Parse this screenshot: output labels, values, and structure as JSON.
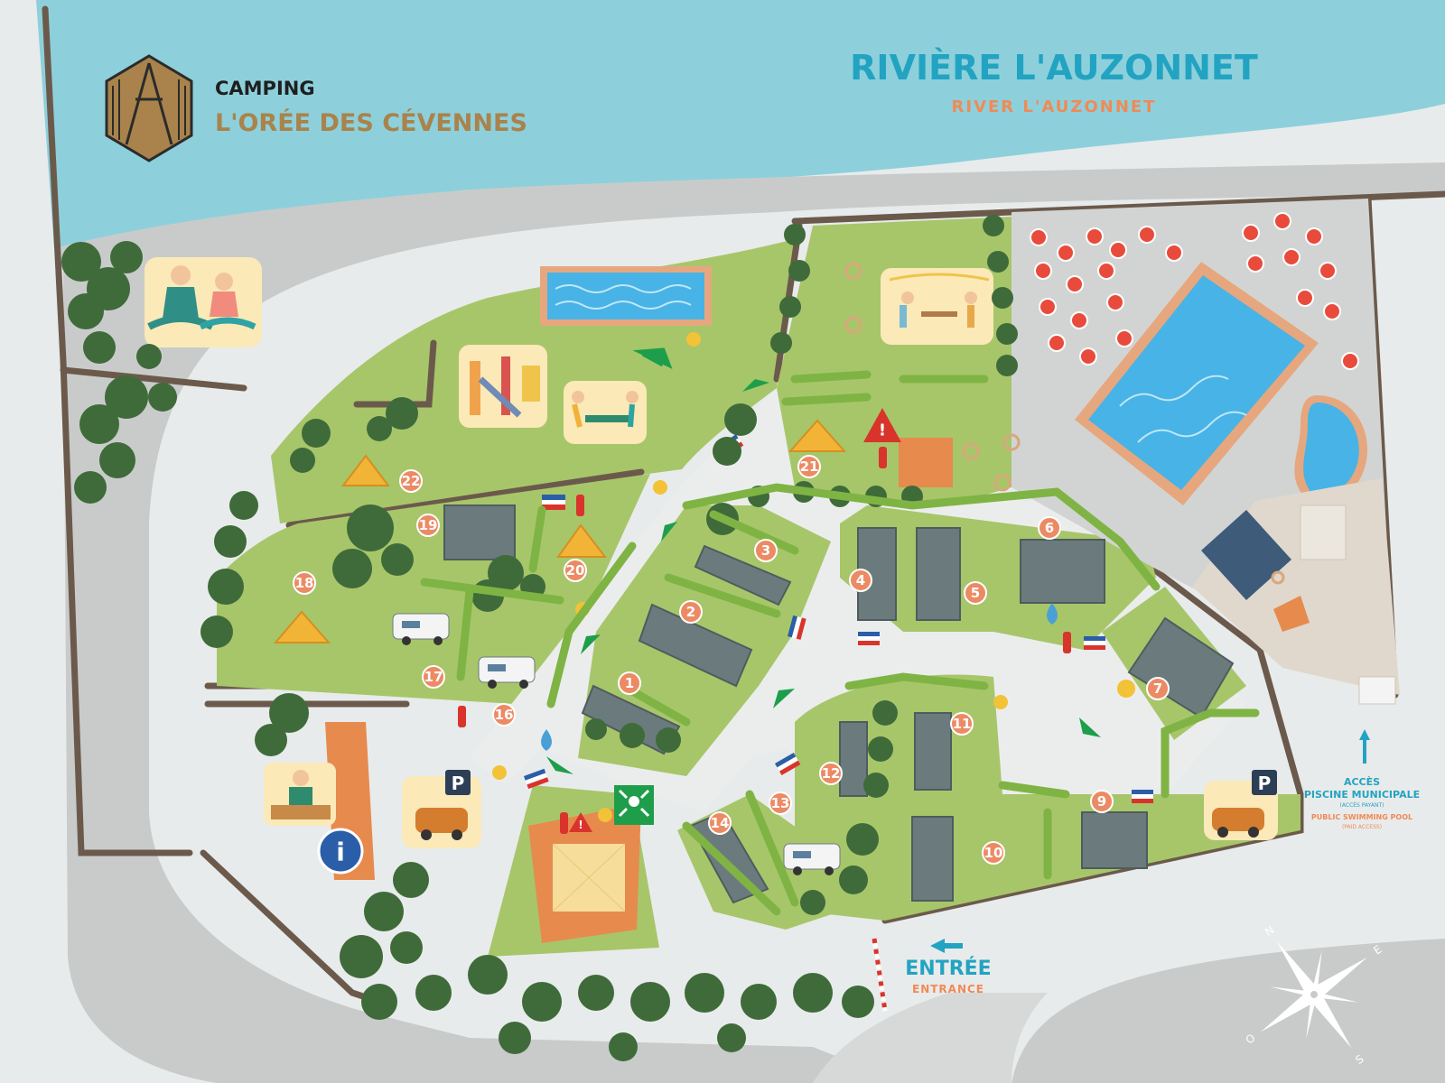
{
  "brand": {
    "line1": "CAMPING",
    "line2": "L'ORÉE DES CÉVENNES",
    "logo_color": "#a9834b"
  },
  "river": {
    "title_fr": "RIVIÈRE L'AUZONNET",
    "title_en": "RIVER L'AUZONNET"
  },
  "entrance": {
    "label_fr": "ENTRÉE",
    "label_en": "ENTRANCE"
  },
  "pool_access": {
    "line1": "ACCÈS",
    "line2": "PISCINE MUNICIPALE",
    "line3": "(ACCÈS PAYANT)",
    "line4": "PUBLIC SWIMMING POOL",
    "line5": "(PAID ACCESS)"
  },
  "parking": {
    "label": "P"
  },
  "info": {
    "label": "i"
  },
  "compass": {
    "n": "N",
    "e": "E",
    "s": "S",
    "o": "O"
  },
  "pitches": [
    "1",
    "2",
    "3",
    "4",
    "5",
    "6",
    "7",
    "9",
    "10",
    "11",
    "12",
    "13",
    "14",
    "16",
    "17",
    "18",
    "19",
    "20",
    "21",
    "22"
  ],
  "colors": {
    "river": "#8dd0dc",
    "road": "#c9cbcb",
    "grass": "#a7c66a",
    "wall": "#6b5a4b",
    "pool": "#39a8e0",
    "badge": "#ec8a64",
    "title_blue": "#23a3c2",
    "accent_orange": "#f08a56"
  }
}
